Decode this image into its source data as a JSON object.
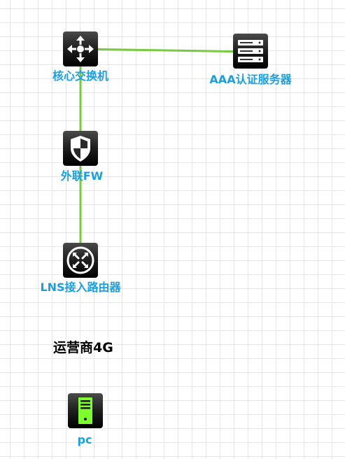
{
  "colors": {
    "label": "#1c9fe0",
    "link": "#7ac943",
    "icon_dark": "#1a1a1a",
    "pc_green": "#7dff2f",
    "free_text": "#000000"
  },
  "nodes": {
    "core_switch": {
      "label": "核心交换机",
      "icon": "core-switch-icon"
    },
    "aaa_server": {
      "label": "AAA认证服务器",
      "icon": "server-icon"
    },
    "firewall": {
      "label": "外联FW",
      "icon": "firewall-shield-icon"
    },
    "lns_router": {
      "label": "LNS接入路由器",
      "icon": "router-icon"
    },
    "pc": {
      "label": "pc",
      "icon": "pc-tower-icon"
    }
  },
  "links": [
    {
      "from": "core_switch",
      "to": "aaa_server"
    },
    {
      "from": "core_switch",
      "to": "firewall"
    },
    {
      "from": "firewall",
      "to": "lns_router"
    }
  ],
  "texts": {
    "carrier": "运营商4G"
  }
}
